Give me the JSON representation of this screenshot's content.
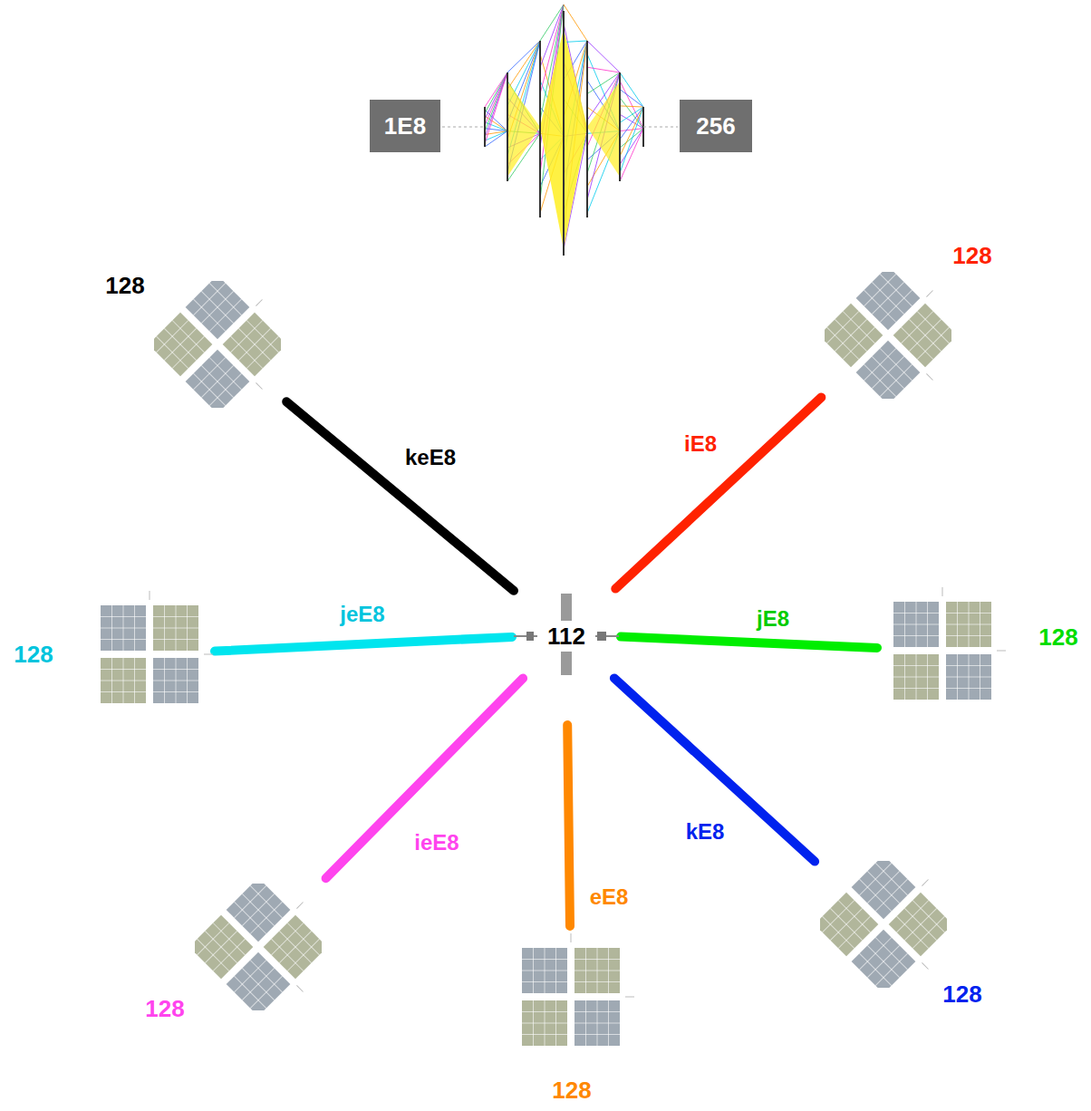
{
  "diagram": {
    "nodes": [
      {
        "text": [
          "1E8"
        ]
      },
      {
        "text": [
          "256"
        ]
      },
      {
        "text": [
          "128"
        ]
      },
      {
        "text": [
          "128"
        ]
      },
      {
        "text": [
          "128"
        ]
      },
      {
        "text": [
          "112"
        ]
      },
      {
        "text": [
          "128"
        ]
      },
      {
        "text": [
          "128"
        ]
      },
      {
        "text": [
          "128"
        ]
      },
      {
        "text": [
          "128"
        ]
      }
    ],
    "edges": [
      {
        "from": 5,
        "to": 2,
        "label": "iE8",
        "arrow": "none"
      },
      {
        "from": 5,
        "to": 3,
        "label": "keE8",
        "arrow": "none"
      },
      {
        "from": 5,
        "to": 4,
        "label": "jeE8",
        "arrow": "none"
      },
      {
        "from": 5,
        "to": 6,
        "label": "jE8",
        "arrow": "none"
      },
      {
        "from": 5,
        "to": 7,
        "label": "ieE8",
        "arrow": "none"
      },
      {
        "from": 5,
        "to": 8,
        "label": "kE8",
        "arrow": "none"
      },
      {
        "from": 5,
        "to": 9,
        "label": "eE8",
        "arrow": "none"
      }
    ]
  }
}
